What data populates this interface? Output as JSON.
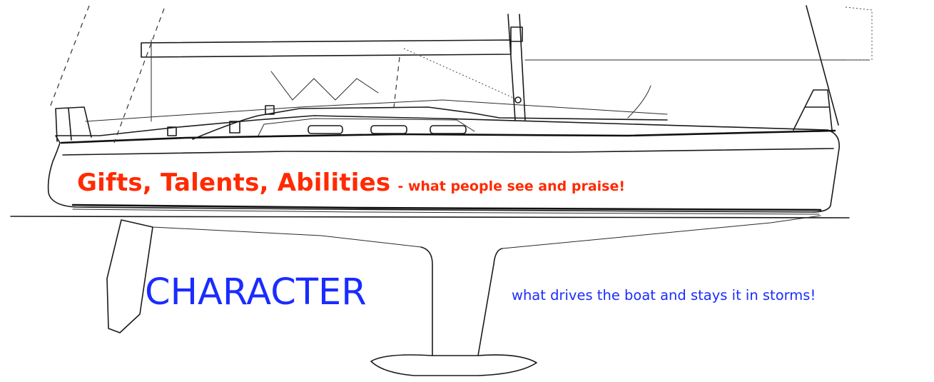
{
  "colors": {
    "highlight_red": "#ff2a00",
    "character_blue": "#1a2cff",
    "ink": "#1a1a1a"
  },
  "image": {
    "subject": "sailboat-line-drawing"
  },
  "labels": {
    "gifts_main": "Gifts, Talents, Abilities",
    "gifts_sub": "- what people see and praise!",
    "character": "CHARACTER",
    "character_note": "what drives the boat and stays it in storms!"
  }
}
